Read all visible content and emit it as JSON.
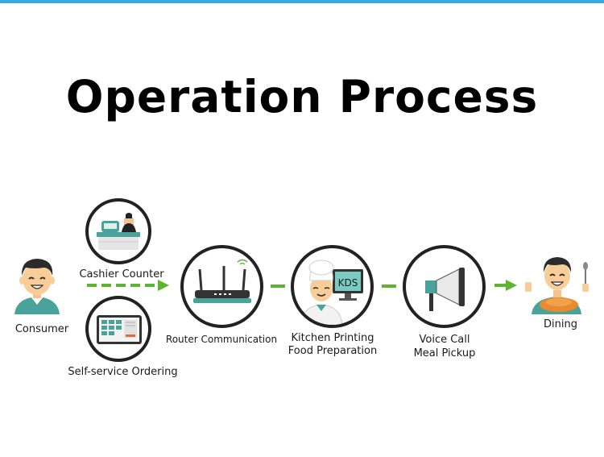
{
  "title": "Operation Process",
  "steps": {
    "consumer": "Consumer",
    "cashier": "Cashier Counter",
    "self_service": "Self-service Ordering",
    "router": "Router Communication",
    "kitchen_line1": "Kitchen Printing",
    "kitchen_line2": "Food Preparation",
    "voice_line1": "Voice Call",
    "voice_line2": "Meal Pickup",
    "dining": "Dining"
  },
  "kds_text": "KDS",
  "colors": {
    "accent_top_bar": "#3aa9e0",
    "arrow_green": "#5cb531",
    "circle_border": "#222222",
    "teal": "#4aa39a"
  },
  "icons": [
    "consumer-avatar",
    "cashier-counter-icon",
    "self-service-kiosk-icon",
    "router-icon",
    "chef-kds-icon",
    "megaphone-icon",
    "diner-icon"
  ]
}
